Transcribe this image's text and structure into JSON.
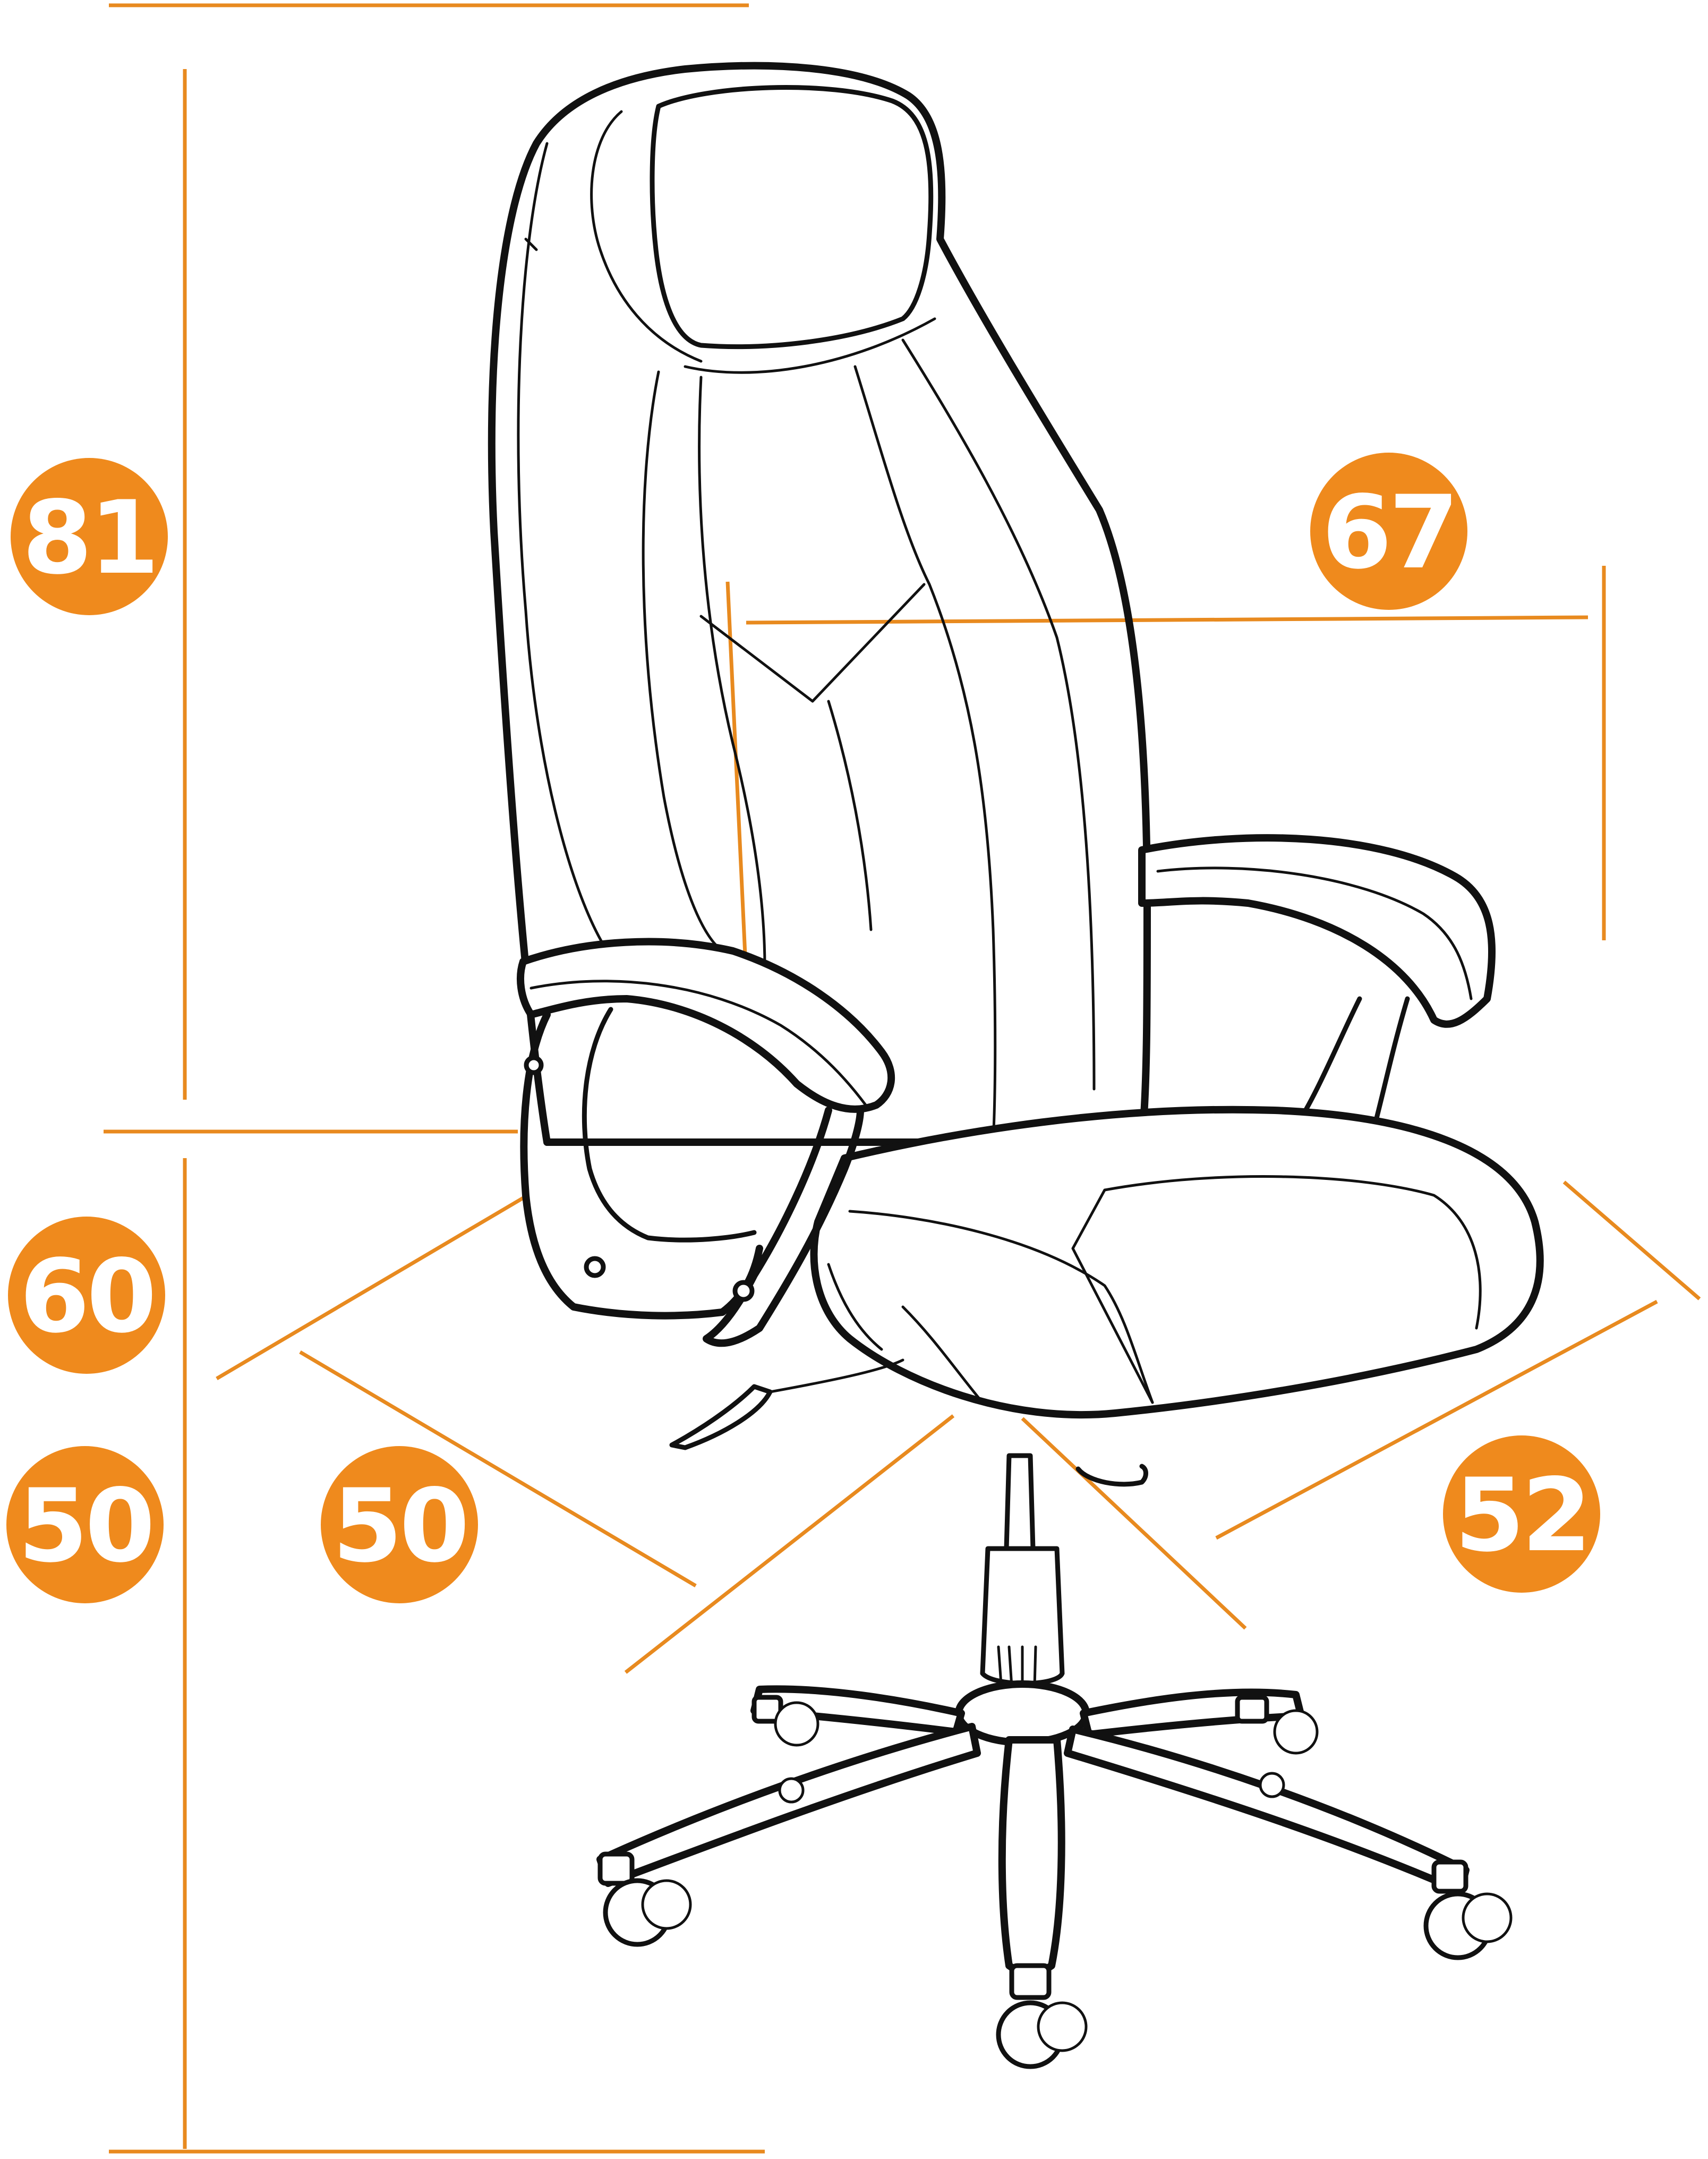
{
  "dimensions": {
    "backrest_height": "81",
    "armrest_width": "67",
    "seat_height_max": "60",
    "seat_height_min": "50",
    "seat_width": "50",
    "seat_depth": "52"
  },
  "colors": {
    "accent": "#ef8a1d",
    "dimension_line": "#e88a1f",
    "outline": "#111111",
    "background": "#ffffff"
  }
}
